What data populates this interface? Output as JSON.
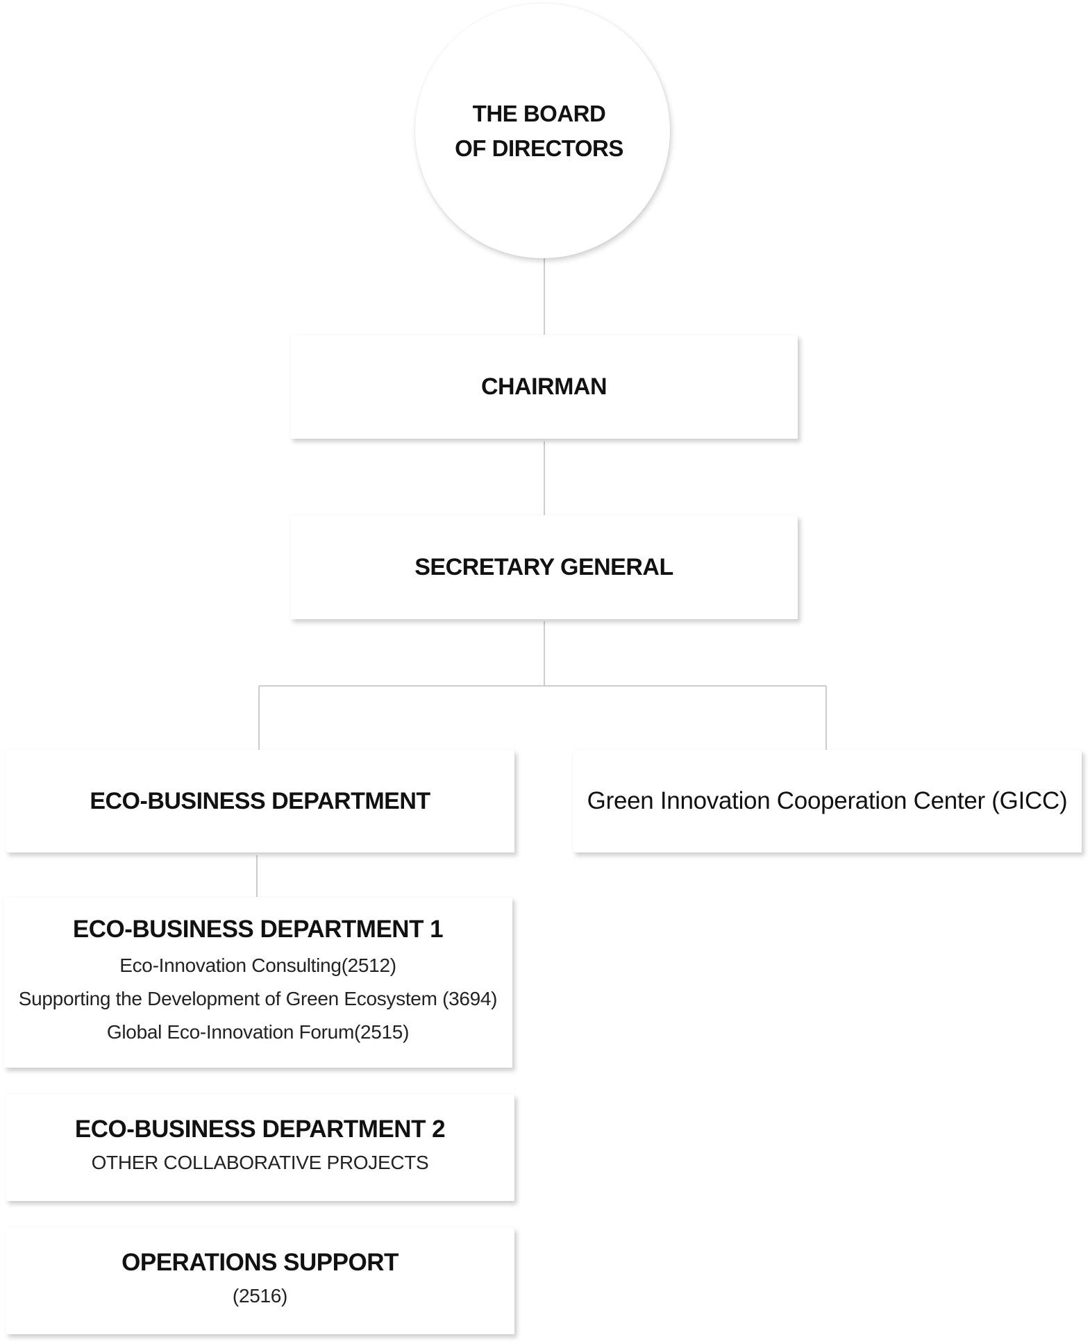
{
  "board": {
    "line1": "THE BOARD",
    "line2": "OF DIRECTORS"
  },
  "chairman": "CHAIRMAN",
  "secretary_general": "SECRETARY GENERAL",
  "eco_business": "ECO-BUSINESS DEPARTMENT",
  "gicc": "Green Innovation Cooperation Center (GICC)",
  "dept1": {
    "title": "ECO-BUSINESS DEPARTMENT 1",
    "items": [
      "Eco-Innovation Consulting(2512)",
      "Supporting the Development of Green Ecosystem (3694)",
      "Global Eco-Innovation Forum(2515)"
    ]
  },
  "dept2": {
    "title": "ECO-BUSINESS DEPARTMENT 2",
    "subtitle": "OTHER COLLABORATIVE PROJECTS"
  },
  "operations": {
    "title": "OPERATIONS SUPPORT",
    "subtitle": "(2516)"
  },
  "colors": {
    "connector": "#cccccc",
    "box_background": "#ffffff",
    "text": "#111111"
  }
}
